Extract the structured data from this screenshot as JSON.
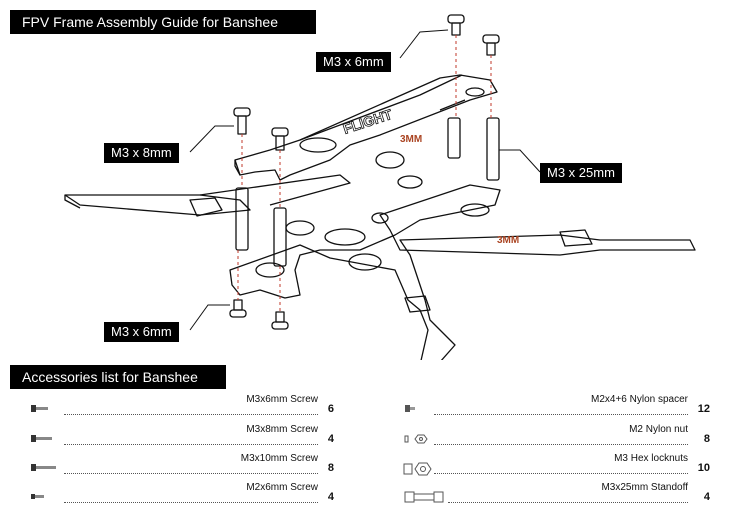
{
  "guide_title": "FPV Frame Assembly Guide for Banshee",
  "accessories_title": "Accessories list for Banshee",
  "callouts": {
    "top_screw": "M3 x 6mm",
    "left_screw": "M3 x 8mm",
    "standoff": "M3 x 25mm",
    "bottom_screw": "M3 x 6mm"
  },
  "plate_marks": {
    "top_plate": "3MM",
    "arm_plate": "3MM",
    "logo": "FLIGHT"
  },
  "accessories_left": [
    {
      "name": "M3x6mm Screw",
      "qty": "6",
      "icon": "short-screw-icon"
    },
    {
      "name": "M3x8mm Screw",
      "qty": "4",
      "icon": "medium-screw-icon"
    },
    {
      "name": "M3x10mm Screw",
      "qty": "8",
      "icon": "long-screw-icon"
    },
    {
      "name": "M2x6mm Screw",
      "qty": "4",
      "icon": "small-screw-icon"
    }
  ],
  "accessories_right": [
    {
      "name": "M2x4+6 Nylon spacer",
      "qty": "12",
      "icon": "nylon-spacer-icon"
    },
    {
      "name": "M2 Nylon nut",
      "qty": "8",
      "icon": "nylon-nut-icon"
    },
    {
      "name": "M3 Hex locknuts",
      "qty": "10",
      "icon": "hex-locknut-icon"
    },
    {
      "name": "M3x25mm Standoff",
      "qty": "4",
      "icon": "standoff-icon"
    }
  ]
}
